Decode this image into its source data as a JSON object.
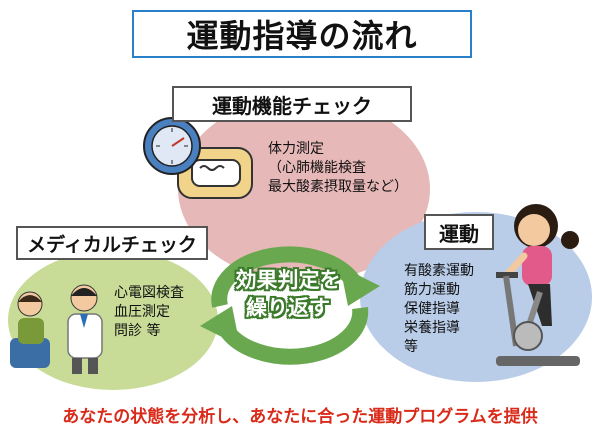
{
  "title": "運動指導の流れ",
  "stages": {
    "fitness_check": {
      "label": "運動機能チェック",
      "lines": [
        "体力測定",
        "（心肺機能検査",
        "最大酸素摂取量など）"
      ]
    },
    "medical_check": {
      "label": "メディカルチェック",
      "lines": [
        "心電図検査",
        "血圧測定",
        "問診 等"
      ]
    },
    "exercise": {
      "label": "運動",
      "lines": [
        "有酸素運動",
        "筋力運動",
        "保健指導",
        "栄養指導",
        "等"
      ]
    }
  },
  "center": {
    "line1": "効果判定を",
    "line2": "繰り返す"
  },
  "footer": "あなたの状態を分析し、あなたに合った運動プログラムを提供",
  "icons": [
    "stopwatch-grip-dynamometer-icon",
    "doctor-patient-icon",
    "exercise-bike-woman-icon",
    "cycle-arrow-icon"
  ],
  "colors": {
    "fitness_circle": "#e7b8b8",
    "medical_circle": "#c8dc98",
    "exercise_circle": "#b9cde9",
    "cycle_arrow": "#6aa84f",
    "footer_text": "#d92a1a",
    "title_border": "#2a7fc9"
  }
}
